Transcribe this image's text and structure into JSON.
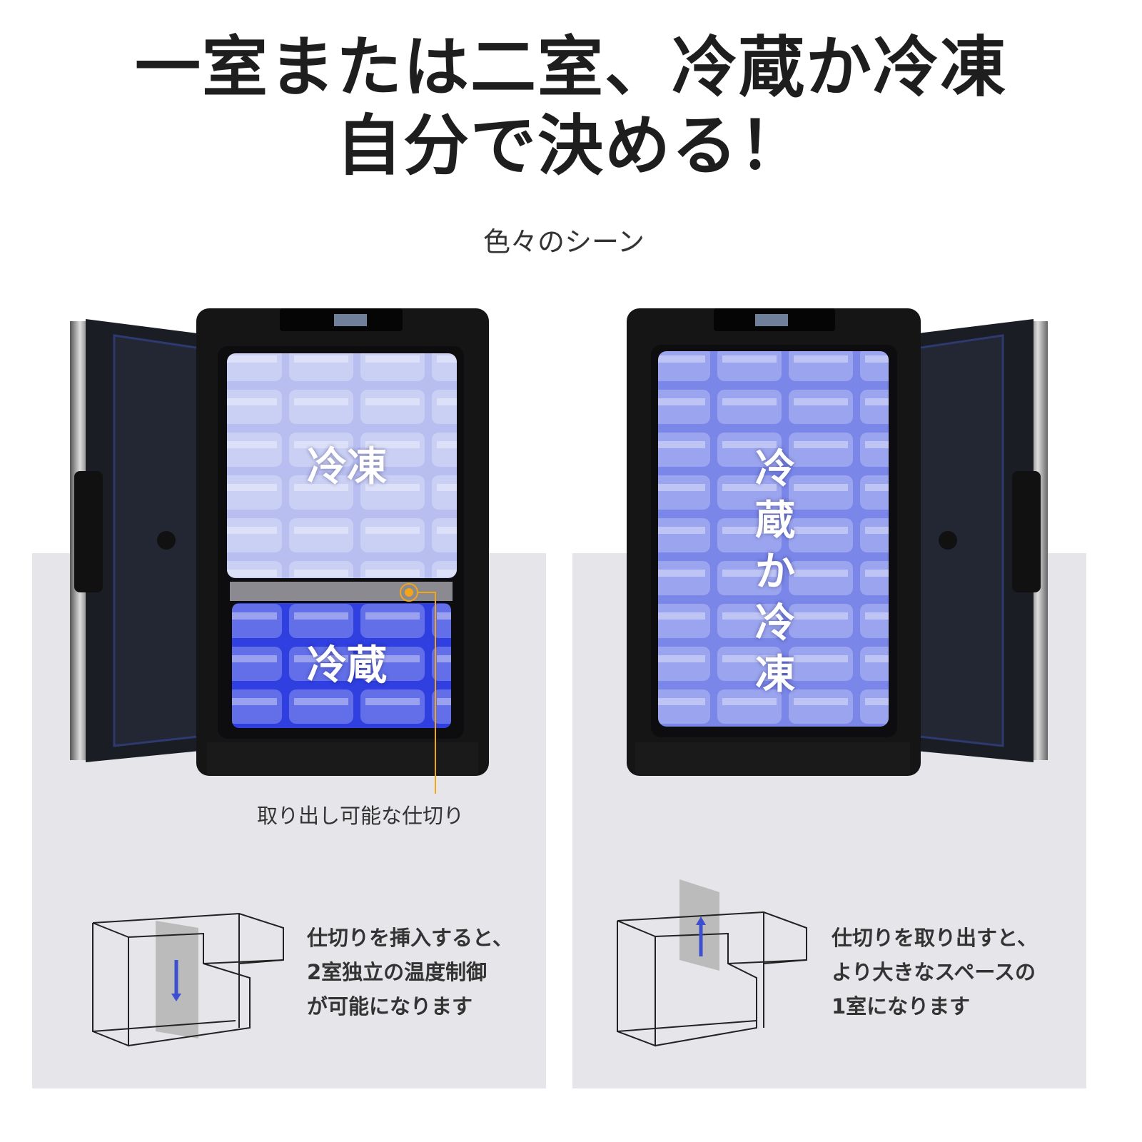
{
  "headline": {
    "line1": "一室または二室、冷蔵か冷凍",
    "line2": "自分で決める！"
  },
  "subtitle": "色々のシーン",
  "left_scene": {
    "upper_zone": "冷凍",
    "lower_zone": "冷蔵",
    "callout": "取り出し可能な仕切り",
    "description": [
      "仕切りを挿入すると、",
      "2室独立の温度制御",
      "が可能になります"
    ]
  },
  "right_scene": {
    "zone": "冷蔵か冷凍",
    "description": [
      "仕切りを取り出すと、",
      "より大きなスペースの",
      "1室になります"
    ]
  },
  "colors": {
    "accent": "#f2a516",
    "freezer": "#b8bff0",
    "fridge": "#2f3fe0",
    "arrow": "#3b4fd0"
  }
}
